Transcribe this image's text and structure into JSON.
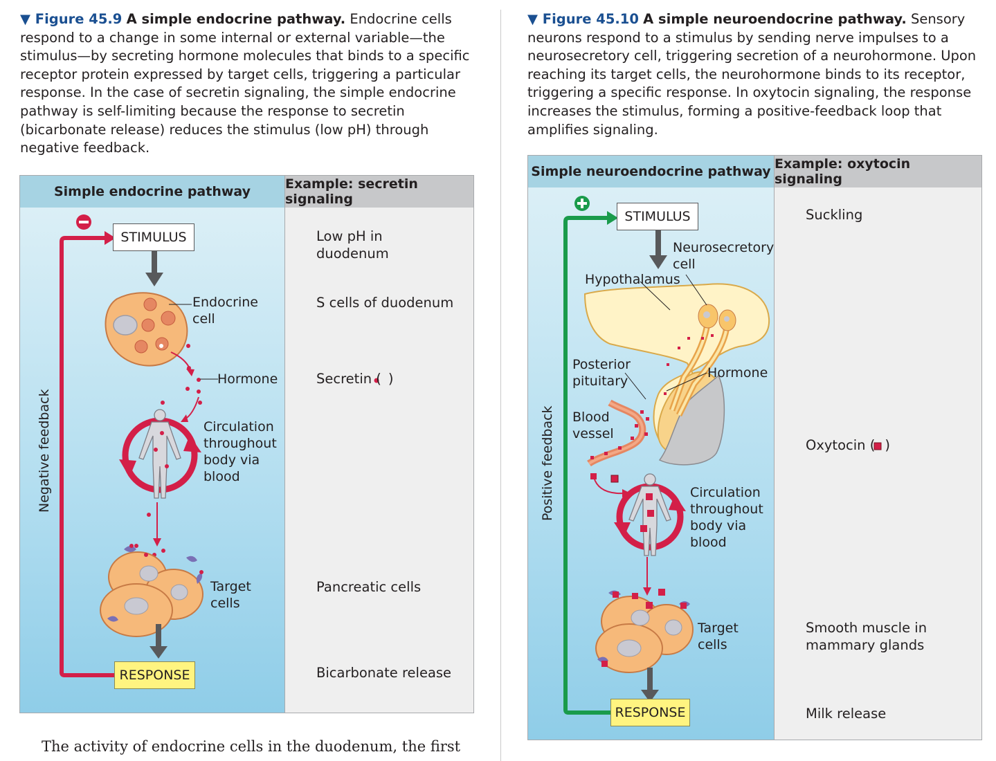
{
  "left_caption": {
    "fignum": "▼ Figure 45.9",
    "title": "A simple endocrine pathway.",
    "body": "Endocrine cells respond to a change in some internal or external variable—the stimulus—by secreting hormone molecules that binds to a specific receptor protein expressed by target cells, triggering a particular response. In the case of secretin signaling, the simple endocrine pathway is self-limiting because the response to secretin (bicarbonate release) reduces the stimulus (low pH) through negative feedback."
  },
  "right_caption": {
    "fignum": "▼ Figure 45.10",
    "title": "A simple neuroendocrine pathway.",
    "body": "Sensory neurons respond to a stimulus by sending nerve impulses to a neurosecretory cell, triggering secretion of a neurohormone. Upon reaching its target cells, the neurohormone binds to its receptor, triggering a specific response. In oxytocin signaling, the response increases the stimulus, forming a positive-feedback loop that amplifies signaling."
  },
  "left_panel": {
    "header_pathway": "Simple endocrine pathway",
    "header_example": "Example: secretin signaling",
    "stimulus": "STIMULUS",
    "response": "RESPONSE",
    "feedback": "Negative feedback",
    "feedback_sign": "–",
    "endocrine_cell_line1": "Endocrine",
    "endocrine_cell_line2": "cell",
    "hormone": "Hormone",
    "circulation": [
      "Circulation",
      "throughout",
      "body via",
      "blood"
    ],
    "target_line1": "Target",
    "target_line2": "cells",
    "examples": {
      "stimulus_1": "Low pH in",
      "stimulus_2": "duodenum",
      "cell": "S cells of duodenum",
      "hormone": "Secretin (",
      "hormone_close": ")",
      "target": "Pancreatic cells",
      "response": "Bicarbonate release"
    }
  },
  "right_panel": {
    "header_pathway": "Simple neuroendocrine pathway",
    "header_example": "Example: oxytocin signaling",
    "stimulus": "STIMULUS",
    "response": "RESPONSE",
    "feedback": "Positive feedback",
    "feedback_sign": "+",
    "neurosecretory_line1": "Neurosecretory",
    "neurosecretory_line2": "cell",
    "hypothalamus": "Hypothalamus",
    "posterior_line1": "Posterior",
    "posterior_line2": "pituitary",
    "hormone": "Hormone",
    "blood_line1": "Blood",
    "blood_line2": "vessel",
    "circulation": [
      "Circulation",
      "throughout",
      "body via",
      "blood"
    ],
    "target_line1": "Target",
    "target_line2": "cells",
    "examples": {
      "stimulus": "Suckling",
      "hormone": "Oxytocin (",
      "hormone_close": ")",
      "target_1": "Smooth muscle in",
      "target_2": "mammary glands",
      "response": "Milk release"
    }
  },
  "bottom_text": "The activity of endocrine cells in the duodenum, the first",
  "colors": {
    "negative_feedback": "#d31f48",
    "positive_feedback": "#1a9b4b",
    "figure_number": "#1a4f91",
    "response_box": "#fff480",
    "cell_fill": "#f6b97a"
  }
}
